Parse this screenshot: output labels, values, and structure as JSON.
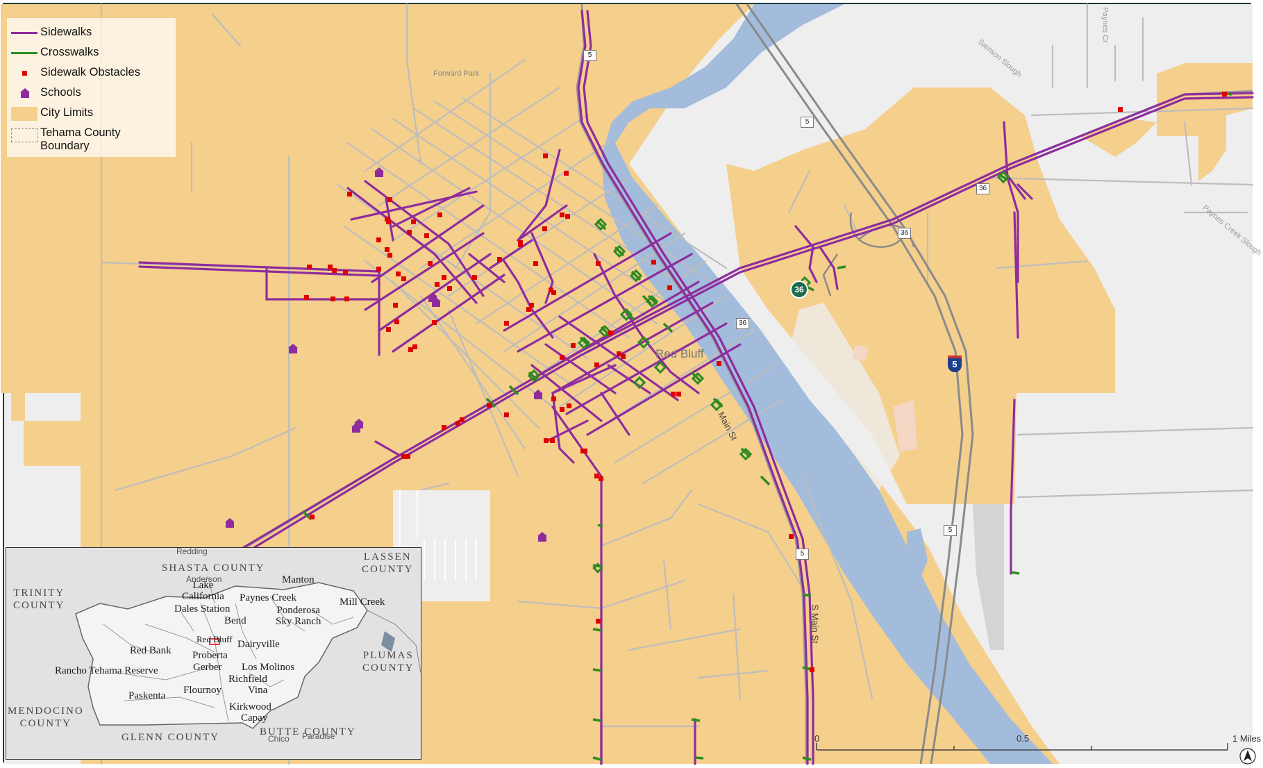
{
  "legend": {
    "items": [
      {
        "label": "Sidewalks",
        "symbol": "line",
        "color": "#8e2c9e"
      },
      {
        "label": "Crosswalks",
        "symbol": "line",
        "color": "#2e8b22"
      },
      {
        "label": "Sidewalk Obstacles",
        "symbol": "square",
        "color": "#e00000"
      },
      {
        "label": "Schools",
        "symbol": "school-icon",
        "color": "#8e2c9e"
      },
      {
        "label": "City Limits",
        "symbol": "fill",
        "color": "#f5cf8c"
      },
      {
        "label": "Tehama County Boundary",
        "symbol": "dashed-box",
        "color": "#888888"
      }
    ]
  },
  "map_labels": {
    "forward_park": "Forward Park",
    "red_bluff": "Red Bluff",
    "main_st_north": "Main St",
    "main_st_south": "S Main St",
    "samson_slough": "Samson Slough",
    "paynes_creek_slough": "Paynes Creek Slough",
    "paynes_creek_top": "Paynes Cr"
  },
  "route_shields": {
    "route5": "5",
    "route36": "36",
    "interstate5": "5"
  },
  "colors": {
    "background": "#eeeeee",
    "city_limits": "#f5cf8c",
    "river": "#a3bcdc",
    "sidewalk": "#8e2c9e",
    "crosswalk": "#2e8b22",
    "obstacle": "#e00000",
    "road": "#bbbbbb",
    "highway": "#8a8a8a"
  },
  "inset_map": {
    "counties": {
      "shasta": "SHASTA COUNTY",
      "lassen": "LASSEN\nCOUNTY",
      "trinity": "TRINITY\nCOUNTY",
      "plumas": "PLUMAS\nCOUNTY",
      "mendocino": "MENDOCINO\nCOUNTY",
      "glenn": "GLENN COUNTY",
      "butte": "BUTTE COUNTY"
    },
    "places": {
      "lake_california": "Lake\nCalifornia",
      "manton": "Manton",
      "paynes_creek": "Paynes Creek",
      "mill_creek": "Mill Creek",
      "dales_station": "Dales Station",
      "bend": "Bend",
      "ponderosa": "Ponderosa\nSky Ranch",
      "red_bluff": "Red Bluff",
      "dairyville": "Dairyville",
      "red_bank": "Red Bank",
      "proberta": "Proberta",
      "gerber": "Gerber",
      "los_molinos": "Los Molinos",
      "rancho_tehama": "Rancho Tehama Reserve",
      "richfield": "Richfield",
      "flournoy": "Flournoy",
      "vina": "Vina",
      "paskenta": "Paskenta",
      "kirkwood": "Kirkwood",
      "capay": "Capay"
    },
    "small_places": {
      "redding": "Redding",
      "anderson": "Anderson",
      "chico": "Chico",
      "paradise": "Paradise"
    }
  },
  "scale_bar": {
    "labels": [
      "0",
      "0.5",
      "1 Miles"
    ]
  }
}
